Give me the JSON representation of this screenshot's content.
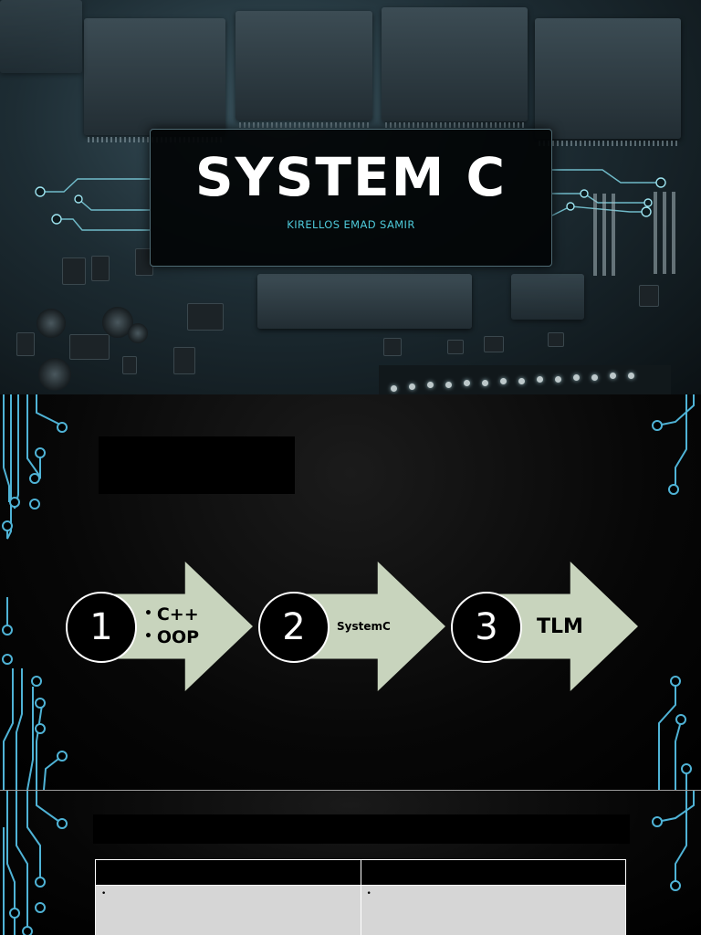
{
  "slide_title": {
    "title": "SYSTEM C",
    "subtitle": "KIRELLOS EMAD SAMIR"
  },
  "process": {
    "steps": [
      {
        "number": "1",
        "items": [
          "C++",
          "OOP"
        ]
      },
      {
        "number": "2",
        "label": "SystemC"
      },
      {
        "number": "3",
        "label": "TLM"
      }
    ]
  },
  "table": {
    "rows": [
      [
        "•",
        "•"
      ]
    ]
  },
  "colors": {
    "accent": "#4ec9d9",
    "arrow_fill": "#c8d4bd",
    "trace": "#4fb3d6"
  }
}
